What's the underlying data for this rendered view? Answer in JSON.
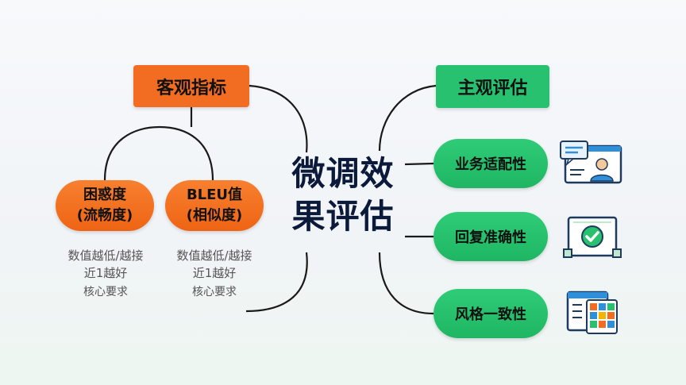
{
  "center": {
    "line1": "微调效",
    "line2": "果评估"
  },
  "left": {
    "header": "客观指标",
    "metrics": [
      {
        "line1": "困惑度",
        "line2": "(流畅度)",
        "note1": "数值越低/越接",
        "note2": "近1越好",
        "note3": "核心要求"
      },
      {
        "line1": "BLEU值",
        "line2": "(相似度)",
        "note1": "数值越低/越接",
        "note2": "近1越好",
        "note3": "核心要求"
      }
    ]
  },
  "right": {
    "header": "主观评估",
    "items": [
      {
        "label": "业务适配性",
        "icon": "user-chat-icon"
      },
      {
        "label": "回复准确性",
        "icon": "checkmark-document-icon"
      },
      {
        "label": "风格一致性",
        "icon": "color-grid-window-icon"
      }
    ]
  },
  "colors": {
    "orange": "#f26d21",
    "green": "#27c16f",
    "title": "#0b1a3a",
    "line": "#1a1a1a"
  }
}
